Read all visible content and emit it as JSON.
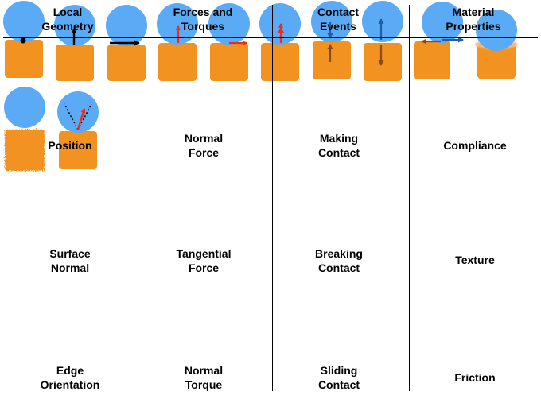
{
  "headers": [
    {
      "line1": "Local",
      "line2": "Geometry"
    },
    {
      "line1": "Forces and",
      "line2": "Torques"
    },
    {
      "line1": "Contact",
      "line2": "Events"
    },
    {
      "line1": "Material",
      "line2": "Properties"
    }
  ],
  "cells": {
    "position": {
      "line1": "Position",
      "line2": ""
    },
    "surface_normal": {
      "line1": "Surface",
      "line2": "Normal"
    },
    "edge_orientation": {
      "line1": "Edge",
      "line2": "Orientation"
    },
    "normal_force": {
      "line1": "Normal",
      "line2": "Force"
    },
    "tangential_force": {
      "line1": "Tangential",
      "line2": "Force"
    },
    "normal_torque": {
      "line1": "Normal",
      "line2": "Torque"
    },
    "making_contact": {
      "line1": "Making",
      "line2": "Contact"
    },
    "breaking_contact": {
      "line1": "Breaking",
      "line2": "Contact"
    },
    "sliding_contact": {
      "line1": "Sliding",
      "line2": "Contact"
    },
    "compliance": {
      "line1": "Compliance",
      "line2": ""
    },
    "texture": {
      "line1": "Texture",
      "line2": ""
    },
    "friction": {
      "line1": "Friction",
      "line2": ""
    }
  },
  "colors": {
    "sphere": "#5aaaf5",
    "block": "#f29220",
    "red_arrow": "#f22a1c",
    "blue_arrow": "#1f5fa5",
    "brown_arrow": "#8a4a14",
    "black": "#000000"
  }
}
